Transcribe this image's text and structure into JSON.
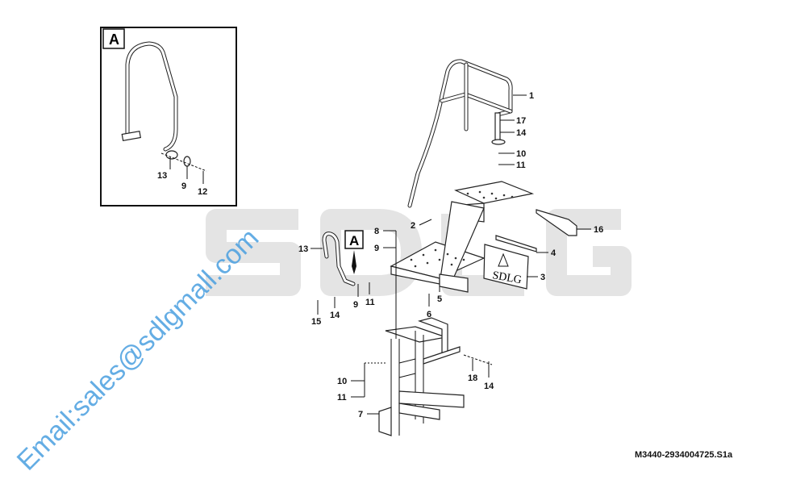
{
  "background_logo": "SDLG",
  "watermark": "Email:sales@sdlgmall.com",
  "drawing_code": "M3440-2934004725.S1a",
  "detail_view": {
    "label": "A",
    "callouts": [
      "13",
      "9",
      "12"
    ]
  },
  "detail_marker": "A",
  "panel_logo": "SDLG",
  "callouts": {
    "c1": "1",
    "c17": "17",
    "c14a": "14",
    "c10a": "10",
    "c11a": "11",
    "c16": "16",
    "c4": "4",
    "c3": "3",
    "c2": "2",
    "c8": "8",
    "c9a": "9",
    "c13": "13",
    "c9b": "9",
    "c11b": "11",
    "c15": "15",
    "c14b": "14",
    "c6": "6",
    "c5": "5",
    "c10b": "10",
    "c11c": "11",
    "c7": "7",
    "c18": "18",
    "c14c": "14"
  }
}
